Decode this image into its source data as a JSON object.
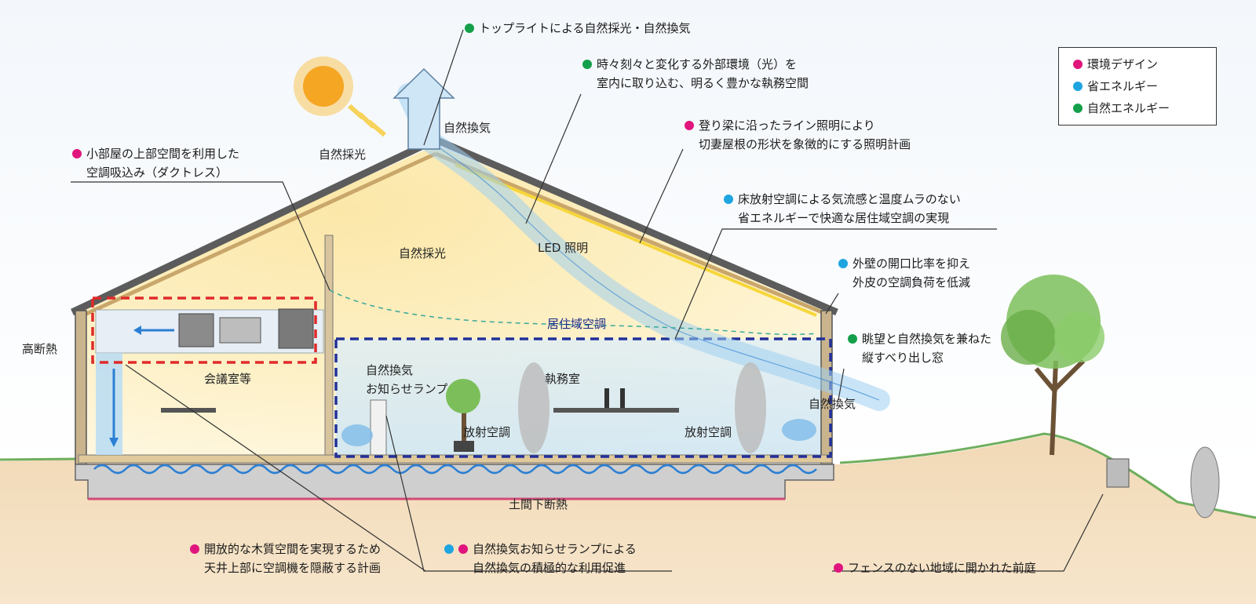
{
  "colors": {
    "environment": "#e0157e",
    "energy_saving": "#1ea5e0",
    "natural_energy": "#14a04a"
  },
  "legend": {
    "environment": "環境デザイン",
    "energy_saving": "省エネルギー",
    "natural_energy": "自然エネルギー"
  },
  "callouts": {
    "toplight": [
      "トップライトによる自然採光・自然換気"
    ],
    "daylight_space": [
      "時々刻々と変化する外部環境（光）を",
      "室内に取り込む、明るく豊かな執務空間"
    ],
    "line_lighting": [
      "登り梁に沿ったライン照明により",
      "切妻屋根の形状を象徴的にする照明計画"
    ],
    "ductless": [
      "小部屋の上部空間を利用した",
      "空調吸込み（ダクトレス）"
    ],
    "radiant": [
      "床放射空調による気流感と温度ムラのない",
      "省エネルギーで快適な居住域空調の実現"
    ],
    "opening_ratio": [
      "外壁の開口比率を抑え",
      "外皮の空調負荷を低減"
    ],
    "window": [
      "眺望と自然換気を兼ねた",
      "縦すべり出し窓"
    ],
    "wood_space": [
      "開放的な木質空間を実現するため",
      "天井上部に空調機を隠蔽する計画"
    ],
    "lamp_promotion": [
      "自然換気お知らせランプによる",
      "自然換気の積極的な利用促進"
    ],
    "front_yard": [
      "フェンスのない地域に開かれた前庭"
    ]
  },
  "labels": {
    "natural_vent_top": "自然換気",
    "natural_light_top": "自然採光",
    "natural_light_inner": "自然採光",
    "led": "LED 照明",
    "occupied_zone": "居住域空調",
    "high_insulation": "高断熱",
    "meeting_room": "会議室等",
    "vent_lamp": [
      "自然換気",
      "お知らせランプ"
    ],
    "office": "執務室",
    "radiant_left": "放射空調",
    "radiant_right": "放射空調",
    "natural_vent_side": "自然換気",
    "slab_insulation": "土間下断熱"
  }
}
